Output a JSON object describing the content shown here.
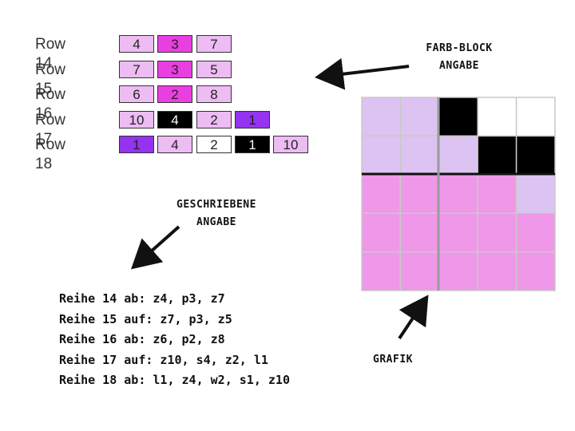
{
  "colors": {
    "z": "#edbcf3",
    "p": "#ea3fe0",
    "s": "#000000",
    "l": "#9433f0",
    "w": "#ffffff",
    "grid_light_purple": "#dcc3f1",
    "grid_pink": "#ef97e8"
  },
  "color_blocks": [
    {
      "label": "Row 14",
      "cells": [
        {
          "value": "4",
          "color": "z"
        },
        {
          "value": "3",
          "color": "p"
        },
        {
          "value": "7",
          "color": "z"
        }
      ]
    },
    {
      "label": "Row 15",
      "cells": [
        {
          "value": "7",
          "color": "z"
        },
        {
          "value": "3",
          "color": "p"
        },
        {
          "value": "5",
          "color": "z"
        }
      ]
    },
    {
      "label": "Row 16",
      "cells": [
        {
          "value": "6",
          "color": "z"
        },
        {
          "value": "2",
          "color": "p"
        },
        {
          "value": "8",
          "color": "z"
        }
      ]
    },
    {
      "label": "Row 17",
      "cells": [
        {
          "value": "10",
          "color": "z"
        },
        {
          "value": "4",
          "color": "s"
        },
        {
          "value": "2",
          "color": "z"
        },
        {
          "value": "1",
          "color": "l"
        }
      ]
    },
    {
      "label": "Row 18",
      "cells": [
        {
          "value": "1",
          "color": "l"
        },
        {
          "value": "4",
          "color": "z"
        },
        {
          "value": "2",
          "color": "w"
        },
        {
          "value": "1",
          "color": "s"
        },
        {
          "value": "10",
          "color": "z"
        }
      ]
    }
  ],
  "annotations": {
    "color_block_line1": "FARB-BLOCK",
    "color_block_line2": "ANGABE",
    "written_line1": "GESCHRIEBENE",
    "written_line2": "ANGABE",
    "graphic": "GRAFIK"
  },
  "written_instructions": [
    "Reihe 14 ab: z4, p3, z7",
    "Reihe 15 auf: z7, p3, z5",
    "Reihe 16 ab: z6, p2, z8",
    "Reihe 17 auf: z10, s4, z2, l1",
    "Reihe 18 ab: l1, z4, w2, s1, z10"
  ],
  "graphic_grid": [
    [
      "grid_light_purple",
      "grid_light_purple",
      "s",
      "w",
      "w"
    ],
    [
      "grid_light_purple",
      "grid_light_purple",
      "grid_light_purple",
      "s",
      "s"
    ],
    [
      "grid_pink",
      "grid_pink",
      "grid_pink",
      "grid_pink",
      "grid_light_purple"
    ],
    [
      "grid_pink",
      "grid_pink",
      "grid_pink",
      "grid_pink",
      "grid_pink"
    ],
    [
      "grid_pink",
      "grid_pink",
      "grid_pink",
      "grid_pink",
      "grid_pink"
    ]
  ]
}
